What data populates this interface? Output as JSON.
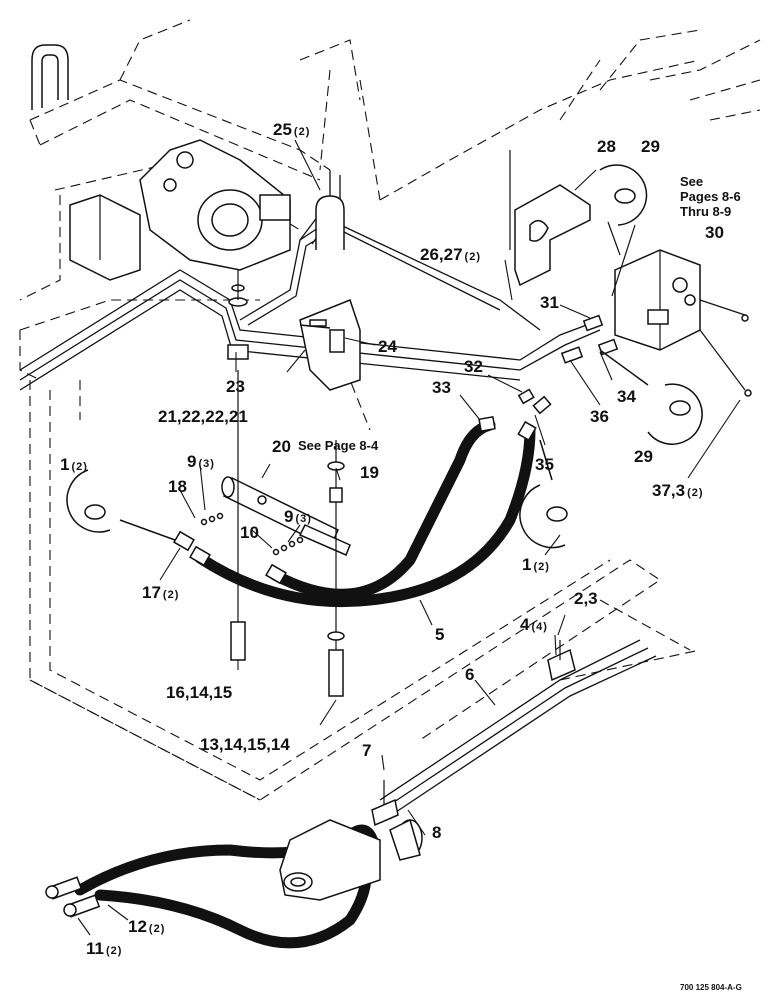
{
  "callouts": {
    "c25": "25",
    "c25q": "(2)",
    "c28": "28",
    "c29a": "29",
    "c26": "26,27",
    "c26q": "(2)",
    "c30": "30",
    "c31": "31",
    "c24": "24",
    "c23": "23",
    "c21": "21,22,22,21",
    "c32": "32",
    "c33": "33",
    "c34": "34",
    "c36": "36",
    "c29b": "29",
    "c35": "35",
    "c20": "20",
    "c19": "19",
    "c9a": "9",
    "c9aq": "(3)",
    "c18": "18",
    "c1a": "1",
    "c1aq": "(2)",
    "c10": "10",
    "c9b": "9",
    "c9bq": "(3)",
    "c17": "17",
    "c17q": "(2)",
    "c37": "37,3",
    "c37q": "(2)",
    "c1b": "1",
    "c1bq": "(2)",
    "c23b": "2,3",
    "c4": "4",
    "c4q": "(4)",
    "c5": "5",
    "c6": "6",
    "c16": "16,14,15",
    "c13": "13,14,15,14",
    "c7": "7",
    "c8": "8",
    "c12": "12",
    "c12q": "(2)",
    "c11": "11",
    "c11q": "(2)"
  },
  "notes": {
    "see_page_20": "See Page 8-4",
    "see_pages_1": "See",
    "see_pages_2": "Pages 8-6",
    "see_pages_3": "Thru 8-9"
  },
  "doc_id": "700 125 804-A-G"
}
